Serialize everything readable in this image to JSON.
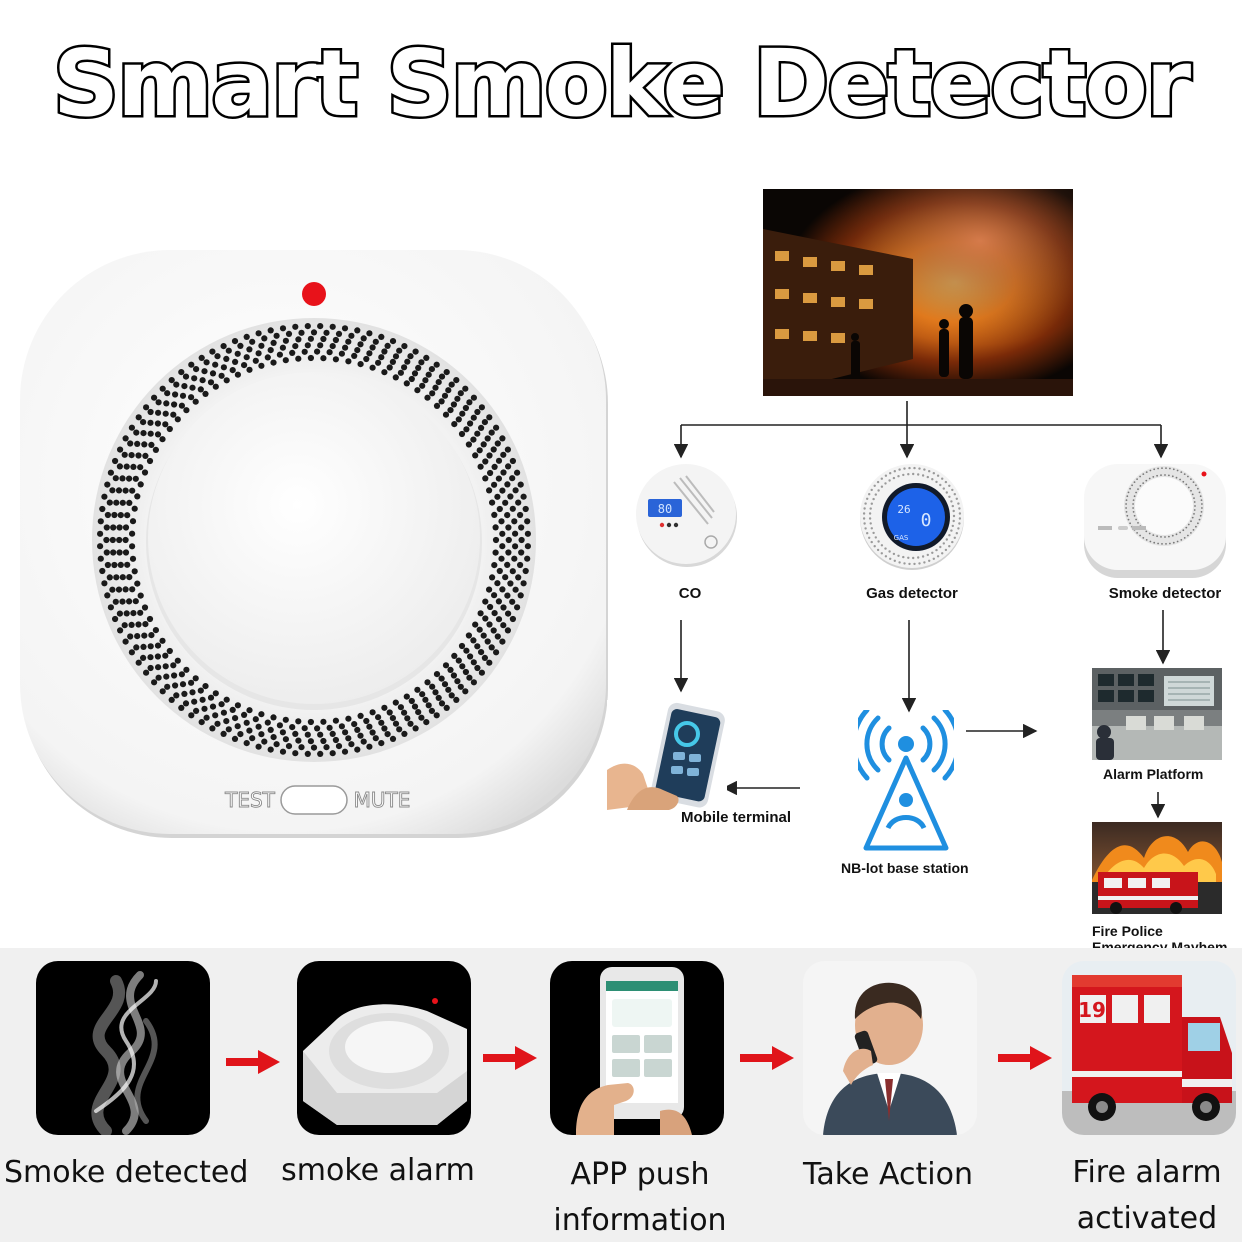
{
  "title": "Smart Smoke Detector",
  "device": {
    "test_label": "TEST",
    "mute_label": "MUTE"
  },
  "diagram": {
    "co_label": "CO",
    "co_display": "80",
    "gas_label": "Gas detector",
    "gas_display_temp": "26",
    "gas_display_value": "0",
    "gas_display_text": "GAS",
    "smoke_label": "Smoke detector",
    "mobile_label": "Mobile terminal",
    "nb_label": "NB-lot base station",
    "alarm_platform_label": "Alarm Platform",
    "fire_police_line1": "Fire Police",
    "fire_police_line2": "Emergency Mayhem"
  },
  "steps": [
    {
      "line1": "Smoke detected",
      "line2": ""
    },
    {
      "line1": "smoke alarm",
      "line2": ""
    },
    {
      "line1": "APP push",
      "line2": "information"
    },
    {
      "line1": "Take Action",
      "line2": ""
    },
    {
      "line1": "Fire alarm",
      "line2": "activated"
    }
  ],
  "colors": {
    "indicator_red": "#e8121a",
    "antenna_blue": "#1f8fe0",
    "arrow_red": "#e0141a",
    "lcd_blue": "#2a64d8"
  }
}
